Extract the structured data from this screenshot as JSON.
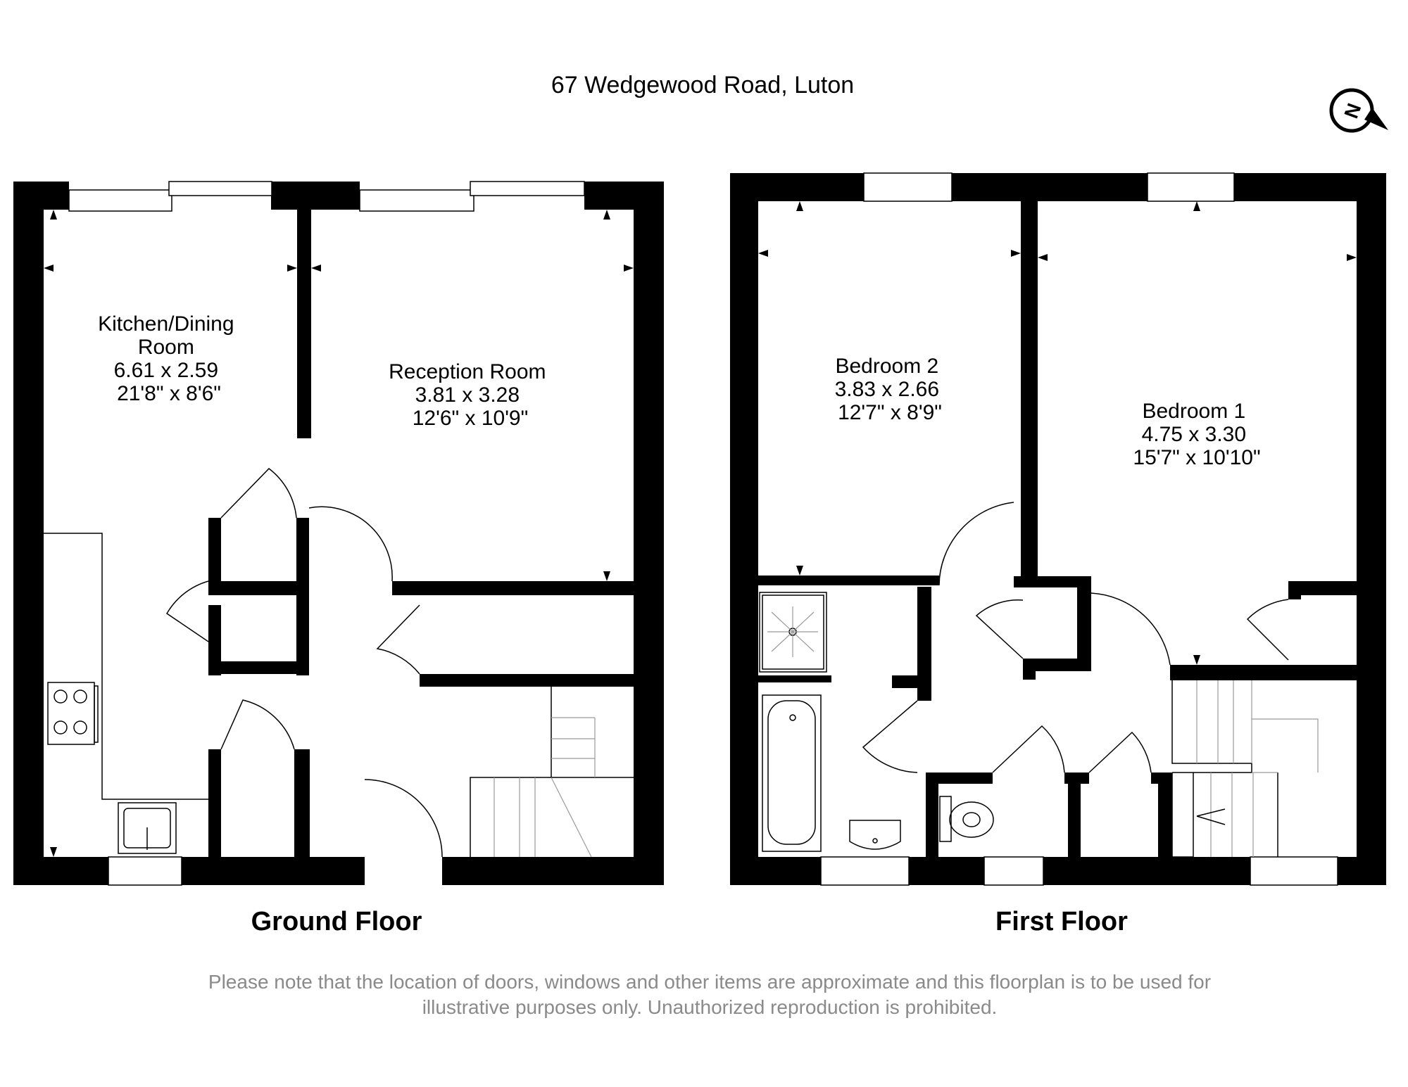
{
  "title": "67 Wedgewood Road, Luton",
  "compass": {
    "icon": "north-compass-icon",
    "letter": "N"
  },
  "floors": [
    {
      "name": "Ground Floor",
      "rooms": [
        {
          "lines": [
            "Kitchen/Dining",
            "Room",
            "6.61 x 2.59",
            "21'8\" x 8'6\""
          ]
        },
        {
          "lines": [
            "Reception Room",
            "3.81 x 3.28",
            "12'6\" x 10'9\""
          ]
        }
      ]
    },
    {
      "name": "First Floor",
      "rooms": [
        {
          "lines": [
            "Bedroom 2",
            "3.83 x 2.66",
            "12'7\" x 8'9\""
          ]
        },
        {
          "lines": [
            "Bedroom 1",
            "4.75 x 3.30",
            "15'7\" x 10'10\""
          ]
        }
      ]
    }
  ],
  "disclaimer": [
    "Please note that the location of doors, windows and other items are approximate and this floorplan is to be used for",
    "illustrative purposes only. Unauthorized reproduction is prohibited."
  ]
}
